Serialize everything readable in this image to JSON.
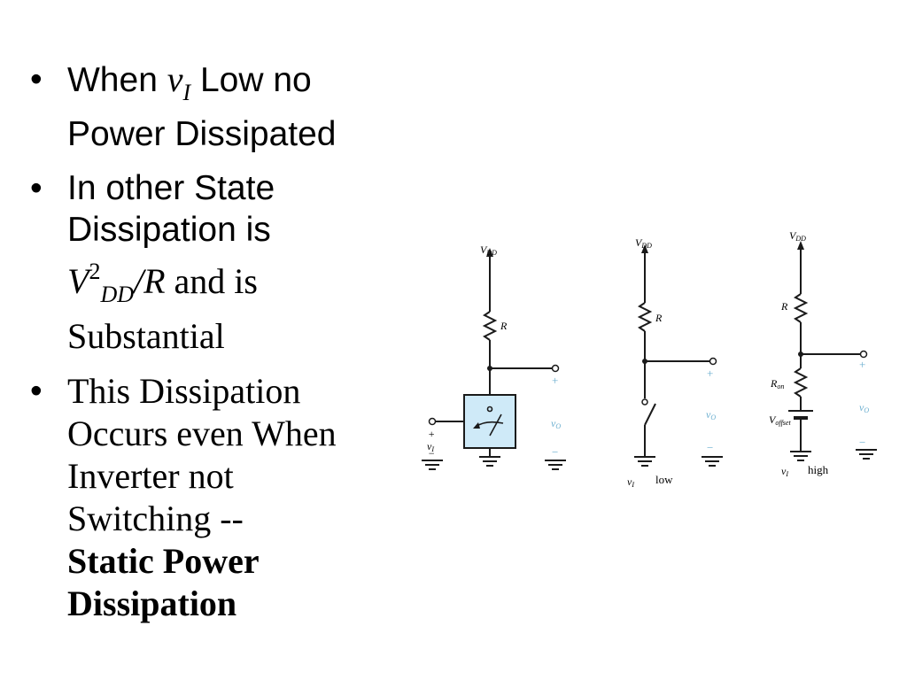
{
  "bullets": {
    "b1": {
      "pre": "When ",
      "var": "v",
      "var_sub": "I",
      "post1": " Low no",
      "post2": "Power Dissipated"
    },
    "b2": {
      "line1": "In other State",
      "line2": "Dissipation is",
      "math_v": "V",
      "math_sup": "2",
      "math_sub": "DD",
      "math_r": "/R",
      "post": " and is",
      "line4": "Substantial"
    },
    "b3": {
      "line1": "This Dissipation",
      "line2": "Occurs even When",
      "line3": "Inverter not",
      "line4": "Switching --",
      "bold1": "Static Power",
      "bold2": "Dissipation"
    },
    "marker": "•"
  },
  "figures": {
    "vdd_v": "V",
    "vdd_sub": "DD",
    "r": "R",
    "plus": "+",
    "minus": "−",
    "vo_v": "v",
    "vo_sub": "O",
    "vi_v": "v",
    "vi_sub": "I",
    "low": "low",
    "high": "high",
    "ron_r": "R",
    "ron_sub": "on",
    "voffset_v": "V",
    "voffset_sub": "offset"
  },
  "colors": {
    "switch_box_fill": "#cfeaf8",
    "switch_box_stroke": "#1a1a1a",
    "output_polarity": "#6aaecf"
  }
}
